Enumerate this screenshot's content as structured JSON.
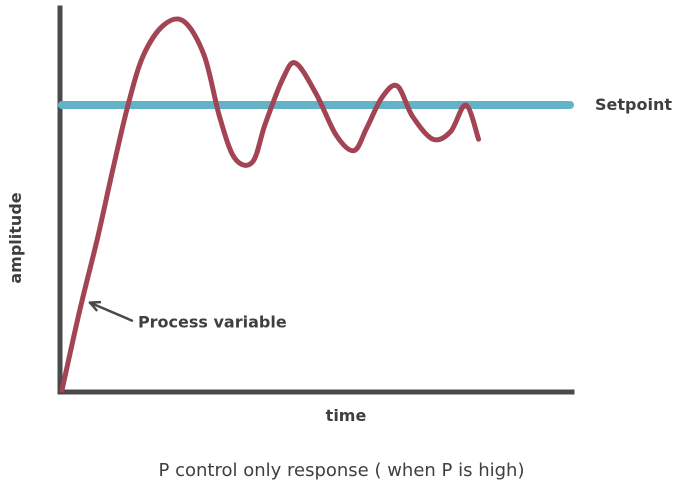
{
  "chart_data": {
    "type": "line",
    "title": "P control only response ( when P is high)",
    "xlabel": "time",
    "ylabel": "amplitude",
    "xlim": [
      0,
      10
    ],
    "ylim": [
      0,
      10
    ],
    "grid": false,
    "legend": "none",
    "colors": {
      "axis": "#4a4a4a",
      "setpoint": "#63b3c8",
      "process_variable": "#a24454",
      "text": "#3f3f3f"
    },
    "series": [
      {
        "name": "Setpoint",
        "x": [
          0,
          10
        ],
        "y": [
          7.5,
          7.5
        ],
        "color": "#63b3c8"
      },
      {
        "name": "Process variable",
        "x": [
          0.0,
          0.35,
          0.7,
          1.0,
          1.3,
          1.6,
          2.0,
          2.4,
          2.8,
          3.1,
          3.4,
          3.75,
          4.0,
          4.35,
          4.6,
          5.0,
          5.4,
          5.75,
          6.0,
          6.3,
          6.6,
          6.9,
          7.3,
          7.65,
          7.95,
          8.2
        ],
        "y": [
          0.0,
          2.1,
          4.0,
          5.8,
          7.5,
          8.8,
          9.6,
          9.7,
          8.8,
          7.2,
          6.1,
          6.0,
          7.0,
          8.2,
          8.6,
          7.8,
          6.7,
          6.3,
          6.9,
          7.7,
          8.0,
          7.2,
          6.6,
          6.8,
          7.5,
          6.6
        ],
        "color": "#a24454"
      }
    ],
    "annotations": [
      {
        "text": "Setpoint",
        "target_series": "Setpoint",
        "x": 10,
        "y": 7.5
      },
      {
        "text": "Process variable",
        "target_series": "Process variable",
        "x": 0.55,
        "y": 2.3
      }
    ]
  }
}
